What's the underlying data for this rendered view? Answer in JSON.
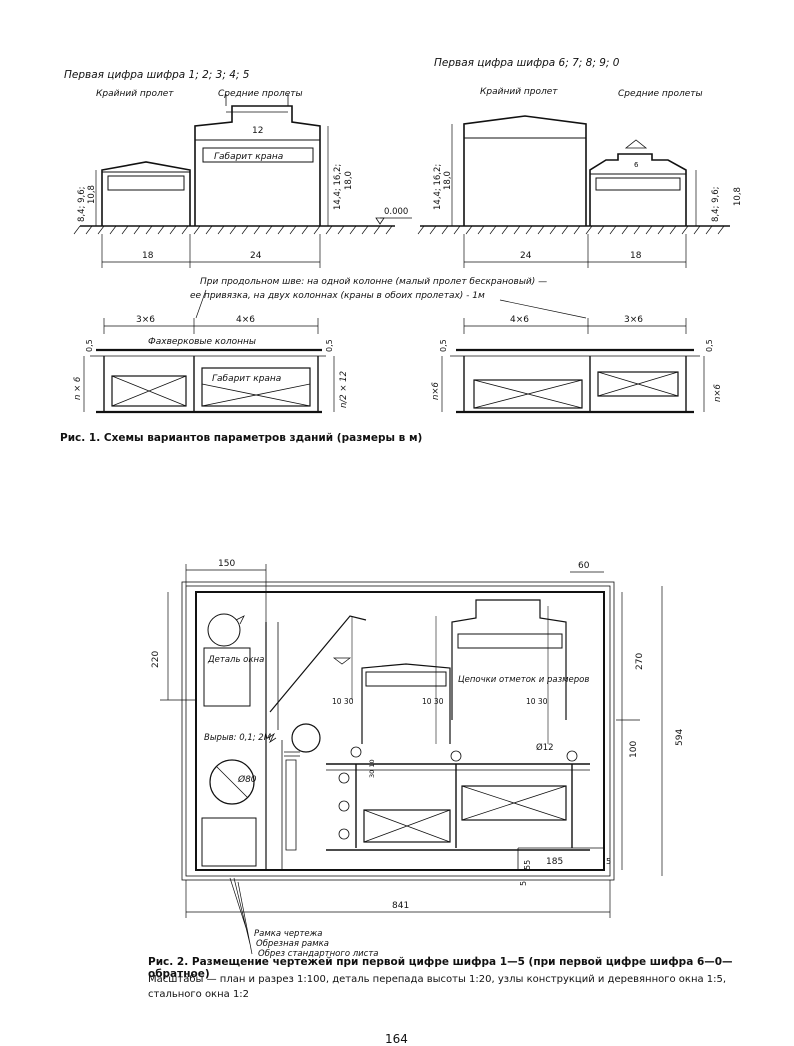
{
  "fig1": {
    "left": {
      "heading": "Первая цифра шифра 1; 2; 3; 4; 5",
      "label_end_span": "Крайний пролет",
      "label_mid_spans": "Средние пролеты",
      "lantern_width": "12",
      "crane_label": "Габарит крана",
      "heights_small": "8,4; 9,6;",
      "height_small_total": "10,8",
      "heights_large": "14,4; 16,2;",
      "height_large_total": "18,0",
      "level": "0.000",
      "span_small": "18",
      "span_large": "24"
    },
    "right": {
      "heading": "Первая цифра шифра 6; 7; 8; 9; 0",
      "label_end_span": "Крайний пролет",
      "label_mid_spans": "Средние пролеты",
      "heights_large": "14,4; 16,2;",
      "height_large_total": "18,0",
      "heights_small": "8,4; 9,6;",
      "height_small_total": "10,8",
      "span_large": "24",
      "span_small": "18",
      "small_mark": "6"
    },
    "note_line1": "При продольном шве: на одной колонне (малый пролет бескрановый) —",
    "note_line2": "ее привязка, на двух колоннах (краны в обоих пролетах) - 1м",
    "plan_left": {
      "dim_a": "3×6",
      "dim_b": "4×6",
      "columns_label": "Фахверковые колонны",
      "offset_left": "0,5",
      "offset_right": "0,5",
      "crane_label": "Габарит крана",
      "side_left": "n × 6",
      "side_right": "n/2 × 12"
    },
    "plan_right": {
      "dim_a": "4×6",
      "dim_b": "3×6",
      "offset_left": "0,5",
      "offset_right": "0,5",
      "side_left": "n×6",
      "side_right": "n×6"
    },
    "caption": "Рис. 1. Схемы вариантов параметров зданий (размеры в м)"
  },
  "fig2": {
    "dim_150": "150",
    "dim_60": "60",
    "dim_220": "220",
    "dim_270": "270",
    "dim_594": "594",
    "dim_100": "100",
    "dim_841": "841",
    "dim_55": "55",
    "dim_185": "185",
    "dim_5a": "5",
    "dim_5b": "5",
    "detail_window": "Деталь окна",
    "cut_label": "Вырыв: 0,1; 2М",
    "diameter_80": "Ø80",
    "chain_label": "Цепочки отметок и размеров",
    "d1030a": "10 30",
    "d1030b": "10 30",
    "d1030c": "10 30",
    "diameter_12": "Ø12",
    "small_dims": "30 10",
    "frame1": "Рамка чертежа",
    "frame2": "Обрезная рамка",
    "frame3": "Обрез стандартного листа",
    "caption": "Рис. 2. Размещение чертежей при первой цифре шифра 1—5 (при первой цифре шифра 6—0— обратное)",
    "scales": "Масштабы — план и разрез 1:100, деталь перепада высоты 1:20, узлы конструкций и деревянного окна 1:5, стального окна 1:2"
  },
  "page_number": "164"
}
